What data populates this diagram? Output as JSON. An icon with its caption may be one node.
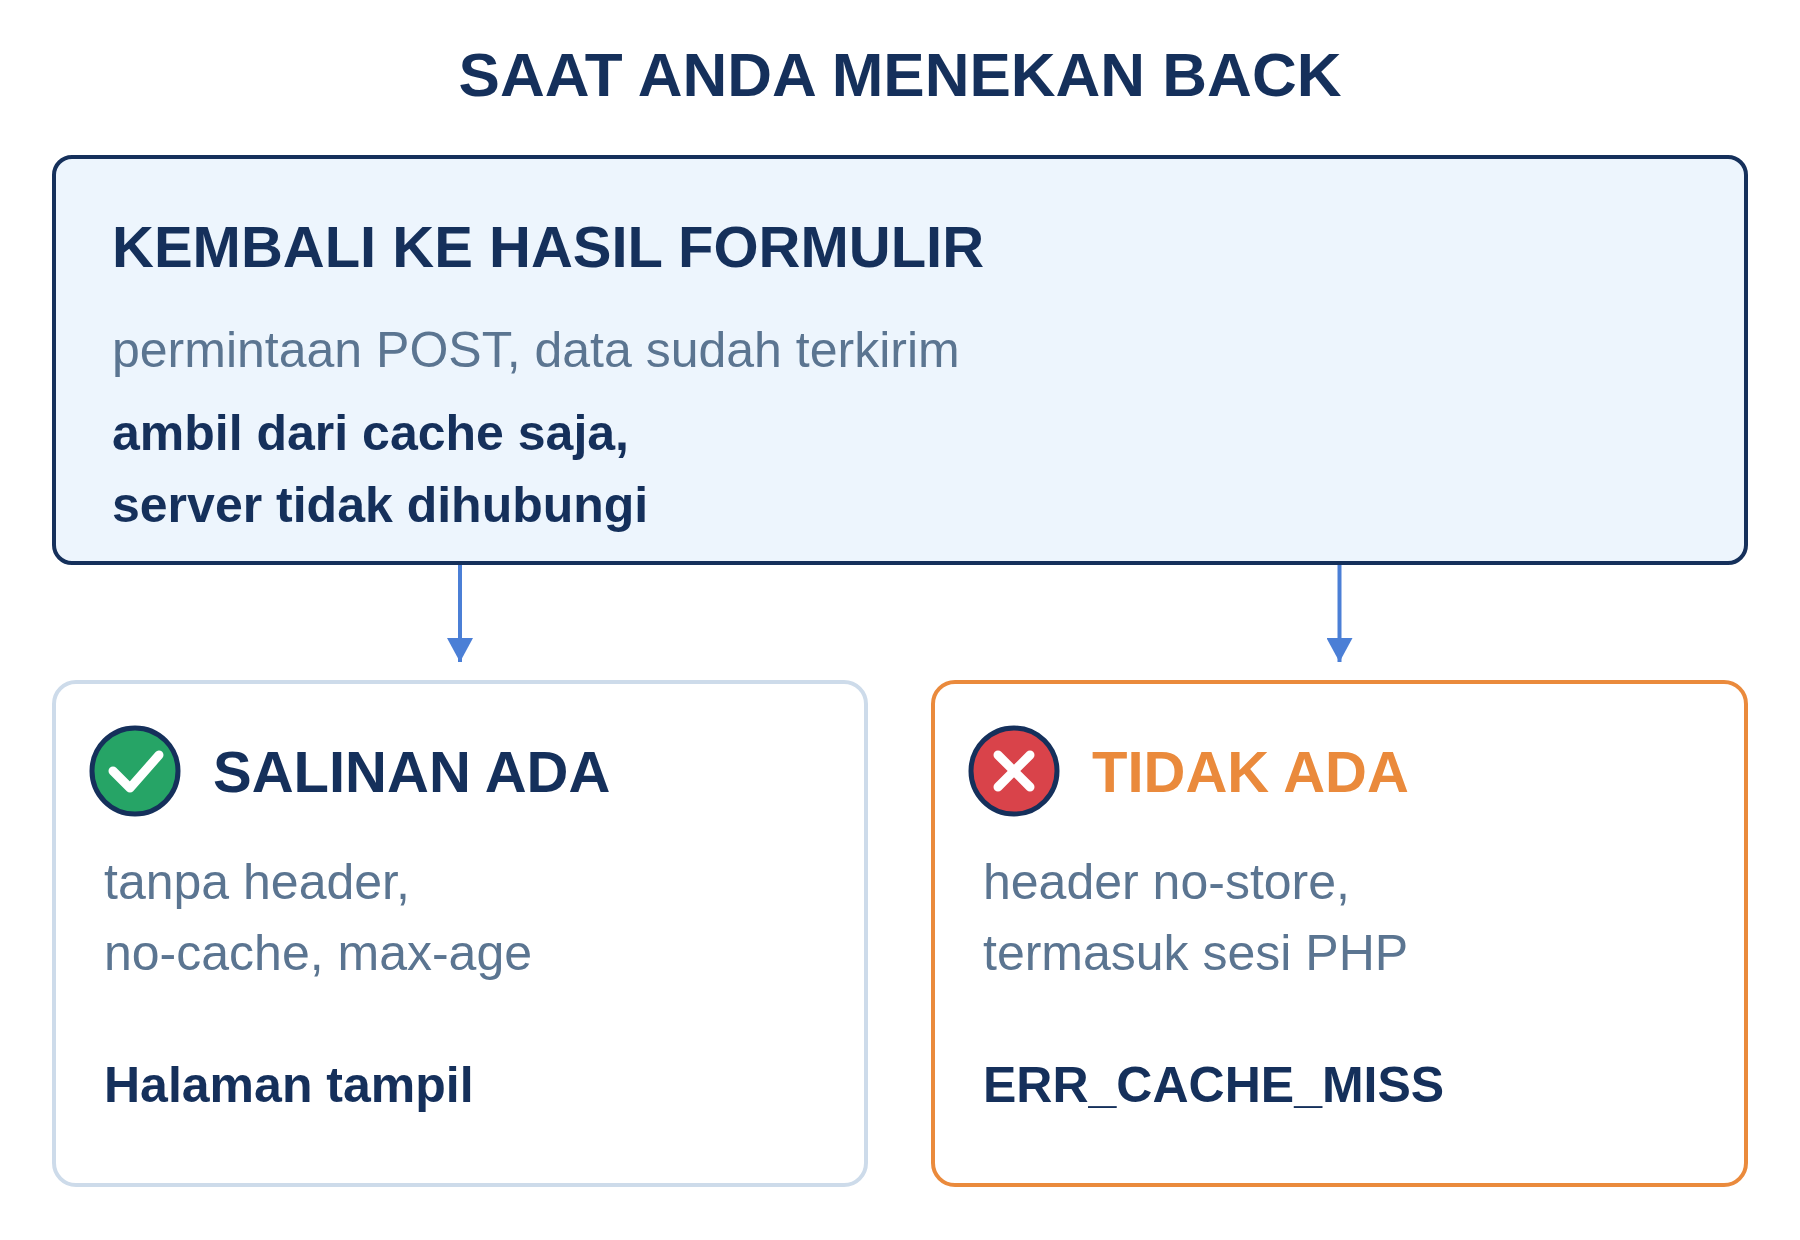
{
  "diagram": {
    "title": "SAAT ANDA MENEKAN BACK",
    "nodes": [
      {
        "text": [
          "KEMBALI KE HASIL FORMULIR",
          "permintaan POST, data sudah terkirim",
          "ambil dari cache saja, server tidak dihubungi"
        ]
      },
      {
        "text": [
          "SALINAN ADA",
          "tanpa header, no-cache, max-age",
          "Halaman tampil"
        ]
      },
      {
        "text": [
          "TIDAK ADA",
          "header no-store, termasuk sesi PHP",
          "ERR_CACHE_MISS"
        ]
      }
    ],
    "edges": [
      {
        "from": 0,
        "to": 1,
        "arrow": "to"
      },
      {
        "from": 0,
        "to": 2,
        "arrow": "to"
      }
    ]
  }
}
